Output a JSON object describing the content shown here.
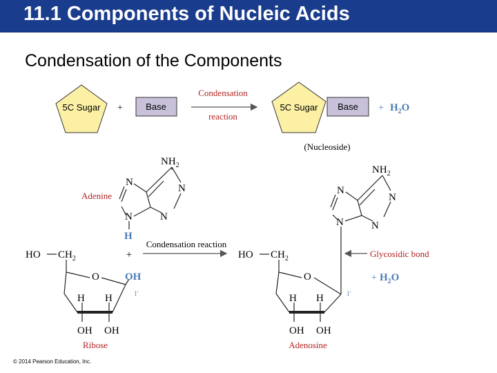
{
  "slide": {
    "title": "11.1 Components of Nucleic Acids",
    "subtitle": "Condensation of the Components",
    "copyright": "© 2014 Pearson Education, Inc."
  },
  "colors": {
    "title_bg": "#1a3c8c",
    "sugar_fill": "#fbf0a4",
    "base_fill": "#c8c1d9",
    "label_red": "#b22222",
    "highlight_blue": "#4a7ab5",
    "arrow_gray": "#555555"
  },
  "scheme": {
    "sugar_label": "5C Sugar",
    "plus": "+",
    "base_label": "Base",
    "arrow_top": "Condensation",
    "arrow_bottom": "reaction",
    "product_sugar": "5C Sugar",
    "product_base": "Base",
    "water_plus": "+",
    "water": "H",
    "water_sub": "2",
    "water_o": "O",
    "product_name": "(Nucleoside)"
  },
  "left": {
    "adenine_label": "Adenine",
    "nh": "NH",
    "nh_sub": "2",
    "ring_n": "N",
    "h_blue": "H",
    "plus": "+",
    "oh_blue": "OH",
    "ho": "HO",
    "ch": "CH",
    "ch_sub": "2",
    "ring_o": "O",
    "prime": "1'",
    "h": "H",
    "oh": "OH",
    "ribose_label": "Ribose"
  },
  "middle": {
    "reaction_label": "Condensation reaction"
  },
  "right": {
    "nh": "NH",
    "nh_sub": "2",
    "ring_n": "N",
    "ho": "HO",
    "ch": "CH",
    "ch_sub": "2",
    "ring_o": "O",
    "prime": "1'",
    "h": "H",
    "oh": "OH",
    "glycosidic_label": "Glycosidic bond",
    "water_plus": "+",
    "water": "H",
    "water_sub": "2",
    "water_o": "O",
    "adenosine_label": "Adenosine"
  }
}
